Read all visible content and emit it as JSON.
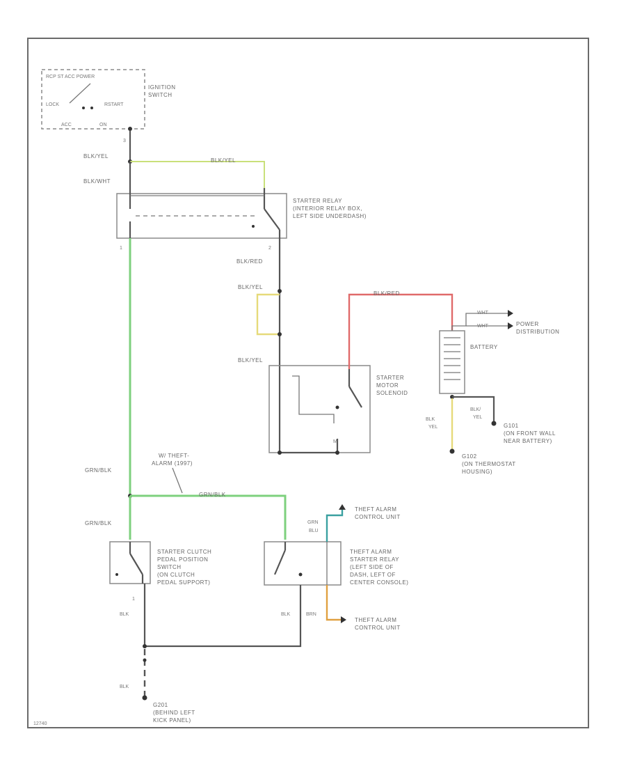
{
  "ignition": {
    "positions": "RCP   ST   ACC POWER",
    "lock": "LOCK",
    "restart": "RSTART",
    "acc": "ACC",
    "on": "ON",
    "label_1": "IGNITION",
    "label_2": "SWITCH",
    "pin": "3"
  },
  "wires": {
    "blk_yel_top": "BLK/YEL",
    "blk_yel_run": "BLK/YEL",
    "blk_wht": "BLK/WHT",
    "blk_red_1": "BLK/RED",
    "blk_yel_2": "BLK/YEL",
    "blk_yel_3": "BLK/YEL",
    "blk_red_batt": "BLK/RED",
    "grn_blk_1": "GRN/BLK",
    "grn_blk_run": "GRN/BLK",
    "grn_blk_2": "GRN/BLK",
    "grn": "GRN",
    "blu": "BLU",
    "blk_1": "BLK",
    "blk_2": "BLK",
    "brn": "BRN",
    "blk_3": "BLK",
    "blk_batt": "BLK",
    "yel_batt": "YEL",
    "blk_batt_2": "BLK/",
    "yel_batt_2": "YEL",
    "wht_1": "WHT",
    "wht_2": "WHT"
  },
  "starter_relay": {
    "line1": "STARTER RELAY",
    "line2": "(INTERIOR RELAY BOX,",
    "line3": "LEFT SIDE UNDERDASH)",
    "pin_left": "1",
    "pin_right": "2"
  },
  "starter_motor": {
    "line1": "STARTER",
    "line2": "MOTOR",
    "line3": "SOLENOID",
    "m": "M"
  },
  "battery": {
    "label": "BATTERY",
    "power_1": "POWER",
    "power_2": "DISTRIBUTION"
  },
  "grounds": {
    "g_batt_1": "G101",
    "g_batt_1b": "(ON FRONT WALL",
    "g_batt_1c": "NEAR BATTERY)",
    "g_therm_1": "G102",
    "g_therm_2": "(ON THERMOSTAT",
    "g_therm_3": "HOUSING)",
    "g_kick_1": "G201",
    "g_kick_2": "(BEHIND LEFT",
    "g_kick_3": "KICK PANEL)"
  },
  "theft": {
    "note_1": "W/ THEFT-",
    "note_2": "ALARM (1997)",
    "unit_top_1": "THEFT ALARM",
    "unit_top_2": "CONTROL UNIT",
    "unit_bot_1": "THEFT ALARM",
    "unit_bot_2": "CONTROL UNIT",
    "relay_1": "THEFT ALARM",
    "relay_2": "STARTER RELAY",
    "relay_3": "(LEFT SIDE OF",
    "relay_4": "DASH, LEFT OF",
    "relay_5": "CENTER CONSOLE)"
  },
  "clutch": {
    "line1": "STARTER CLUTCH",
    "line2": "PEDAL POSITION",
    "line3": "SWITCH",
    "line4": "(ON CLUTCH",
    "line5": "PEDAL SUPPORT)",
    "pin": "1"
  },
  "footer": {
    "code": "12740"
  }
}
